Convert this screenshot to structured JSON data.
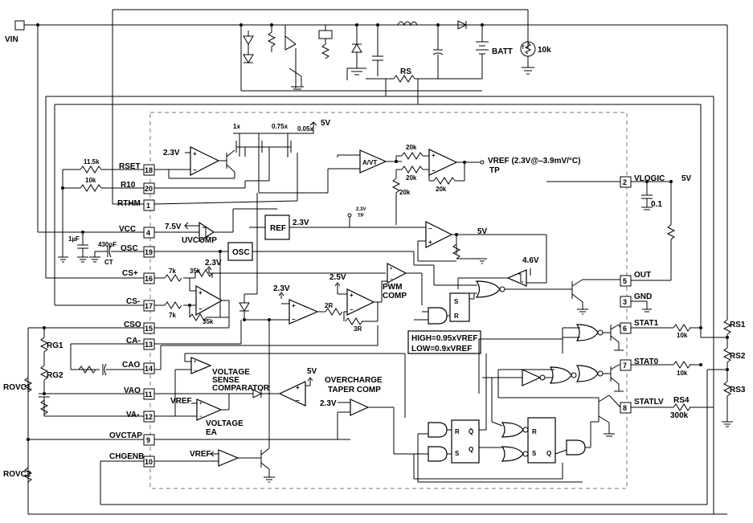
{
  "labels": {
    "vin": "VIN",
    "batt": "BATT",
    "rs": "RS",
    "therm_10k": "10k",
    "r_11_5k": "11.5k",
    "r_10k_r10": "10k",
    "cap_1uf": "1µF",
    "cap_430pf": "430pF",
    "ct": "CT",
    "v_2_3": "2.3V",
    "m_1x": "1x",
    "m_075x": "0.75x",
    "m_005x": "0.05x",
    "v_5": "5V",
    "avt": "A/VT",
    "r_20k": "20k",
    "vref_tp": "VREF (2.3V@–3.9mV/°C)",
    "tp": "TP",
    "v_7_5": "7.5V",
    "uvcomp": "UVCOMP",
    "ref": "REF",
    "tp_small": "TP",
    "osc": "OSC",
    "r_7k": "7k",
    "r_35k": "35k",
    "pwm_comp": "PWM\nCOMP",
    "pwm": "PWM",
    "comp": "COMP",
    "v_2_5": "2.5V",
    "r_2r": "2R",
    "r_3r": "3R",
    "v_4_6": "4.6V",
    "high_low_1": "HIGH=0.95xVREF",
    "high_low_2": "LOW=0.9xVREF",
    "voltage_sense": "VOLTAGE",
    "sense": "SENSE",
    "comparator": "COMPARATOR",
    "overcharge": "OVERCHARGE",
    "taper_comp": "TAPER COMP",
    "voltage_ea_1": "VOLTAGE",
    "voltage_ea_2": "EA",
    "vref": "VREF",
    "rg1": "RG1",
    "rg2": "RG2",
    "rovc1": "ROVC1",
    "rovc2": "ROVC2",
    "rs1": "RS1",
    "rs2": "RS2",
    "rs3": "RS3",
    "rs4": "RS4",
    "r_300k": "300k",
    "cap_01": "0.1",
    "s": "S",
    "r": "R",
    "q": "Q",
    "qbar": "Q̄"
  },
  "pins_left": [
    {
      "no": "18",
      "name": "RSET"
    },
    {
      "no": "20",
      "name": "R10"
    },
    {
      "no": "1",
      "name": "RTHM"
    },
    {
      "no": "4",
      "name": "VCC"
    },
    {
      "no": "19",
      "name": "OSC"
    },
    {
      "no": "16",
      "name": "CS+"
    },
    {
      "no": "17",
      "name": "CS-"
    },
    {
      "no": "15",
      "name": "CSO"
    },
    {
      "no": "13",
      "name": "CA-"
    },
    {
      "no": "14",
      "name": "CAO"
    },
    {
      "no": "11",
      "name": "VAO"
    },
    {
      "no": "12",
      "name": "VA-"
    },
    {
      "no": "9",
      "name": "OVCTAP"
    },
    {
      "no": "10",
      "name": "CHGENB"
    }
  ],
  "pins_right": [
    {
      "no": "2",
      "name": "VLOGIC"
    },
    {
      "no": "5",
      "name": "OUT"
    },
    {
      "no": "3",
      "name": "GND"
    },
    {
      "no": "6",
      "name": "STAT1"
    },
    {
      "no": "7",
      "name": "STAT0"
    },
    {
      "no": "8",
      "name": "STATLV"
    }
  ],
  "colors": {
    "line": "#000000",
    "boundary": "#777777",
    "background": "#ffffff"
  }
}
